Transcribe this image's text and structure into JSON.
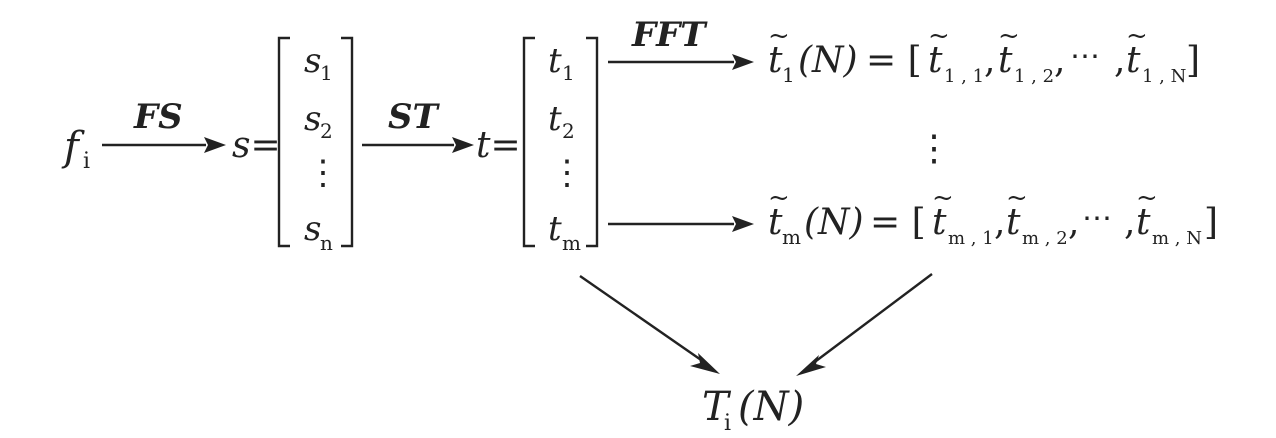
{
  "diagram": {
    "input": {
      "base": "f",
      "sub": "i"
    },
    "arrow_labels": {
      "fs": "FS",
      "st": "ST",
      "fft": "FFT"
    },
    "vector_s": {
      "lhs": "s=",
      "entries": [
        {
          "base": "s",
          "sub": "1"
        },
        {
          "base": "s",
          "sub": "2"
        },
        {
          "base": "⋮",
          "sub": ""
        },
        {
          "base": "s",
          "sub": "n"
        }
      ]
    },
    "vector_t": {
      "lhs": "t=",
      "entries": [
        {
          "base": "t",
          "sub": "1"
        },
        {
          "base": "t",
          "sub": "2"
        },
        {
          "base": "⋮",
          "sub": ""
        },
        {
          "base": "t",
          "sub": "m"
        }
      ]
    },
    "spectrum_rows": [
      {
        "lhs_base": "t",
        "lhs_sub": "1",
        "arg": "(N)",
        "equals": "= [",
        "terms": [
          {
            "base": "t",
            "sub": "1 , 1"
          },
          {
            "base": "t",
            "sub": "1 , 2"
          }
        ],
        "ellipsis": "⋯",
        "last": {
          "base": "t",
          "sub": "1 , N"
        },
        "close": "]"
      },
      {
        "lhs_base": "t",
        "lhs_sub": "m",
        "arg": "(N)",
        "equals": "= [",
        "terms": [
          {
            "base": "t",
            "sub": "m , 1"
          },
          {
            "base": "t",
            "sub": "m , 2"
          }
        ],
        "ellipsis": "⋯",
        "last": {
          "base": "t",
          "sub": "m , N"
        },
        "close": "]"
      }
    ],
    "vertical_dots": "⋮",
    "output": {
      "base": "T",
      "sub": "i",
      "arg": "(N)"
    }
  },
  "colors": {
    "ink": "#222222",
    "background": "#ffffff"
  }
}
